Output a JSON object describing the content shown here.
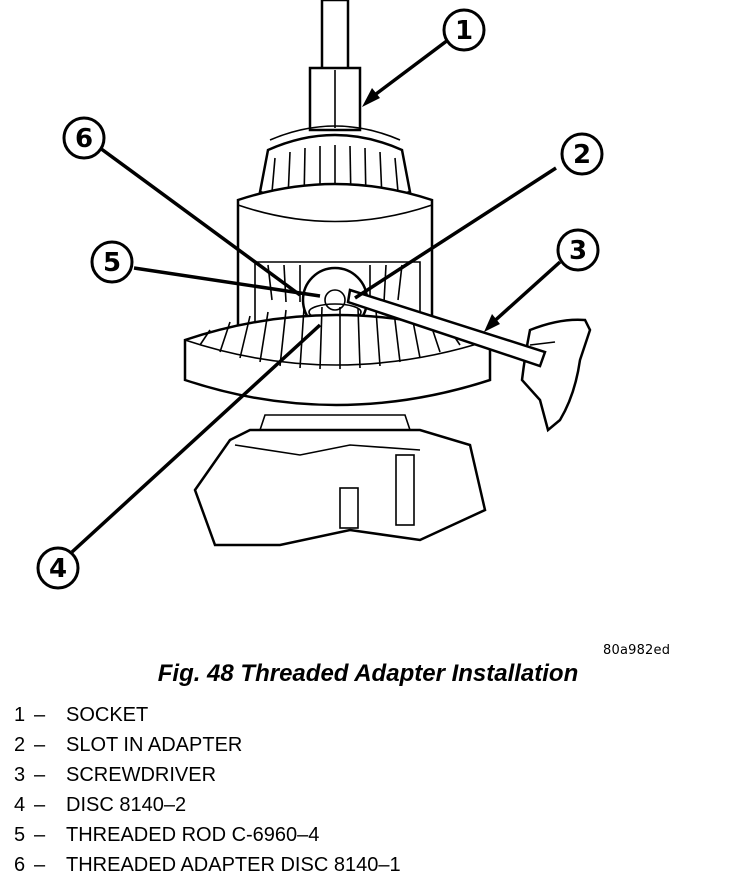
{
  "figure": {
    "image_code": "80a982ed",
    "caption": "Fig. 48 Threaded Adapter Installation"
  },
  "callouts": [
    "1",
    "2",
    "3",
    "4",
    "5",
    "6"
  ],
  "legend": [
    {
      "num": "1",
      "dash": "–",
      "label": "SOCKET"
    },
    {
      "num": "2",
      "dash": "–",
      "label": "SLOT IN ADAPTER"
    },
    {
      "num": "3",
      "dash": "–",
      "label": "SCREWDRIVER"
    },
    {
      "num": "4",
      "dash": "–",
      "label": "DISC 8140–2"
    },
    {
      "num": "5",
      "dash": "–",
      "label": "THREADED ROD C-6960–4"
    },
    {
      "num": "6",
      "dash": "–",
      "label": "THREADED ADAPTER DISC 8140–1"
    }
  ]
}
